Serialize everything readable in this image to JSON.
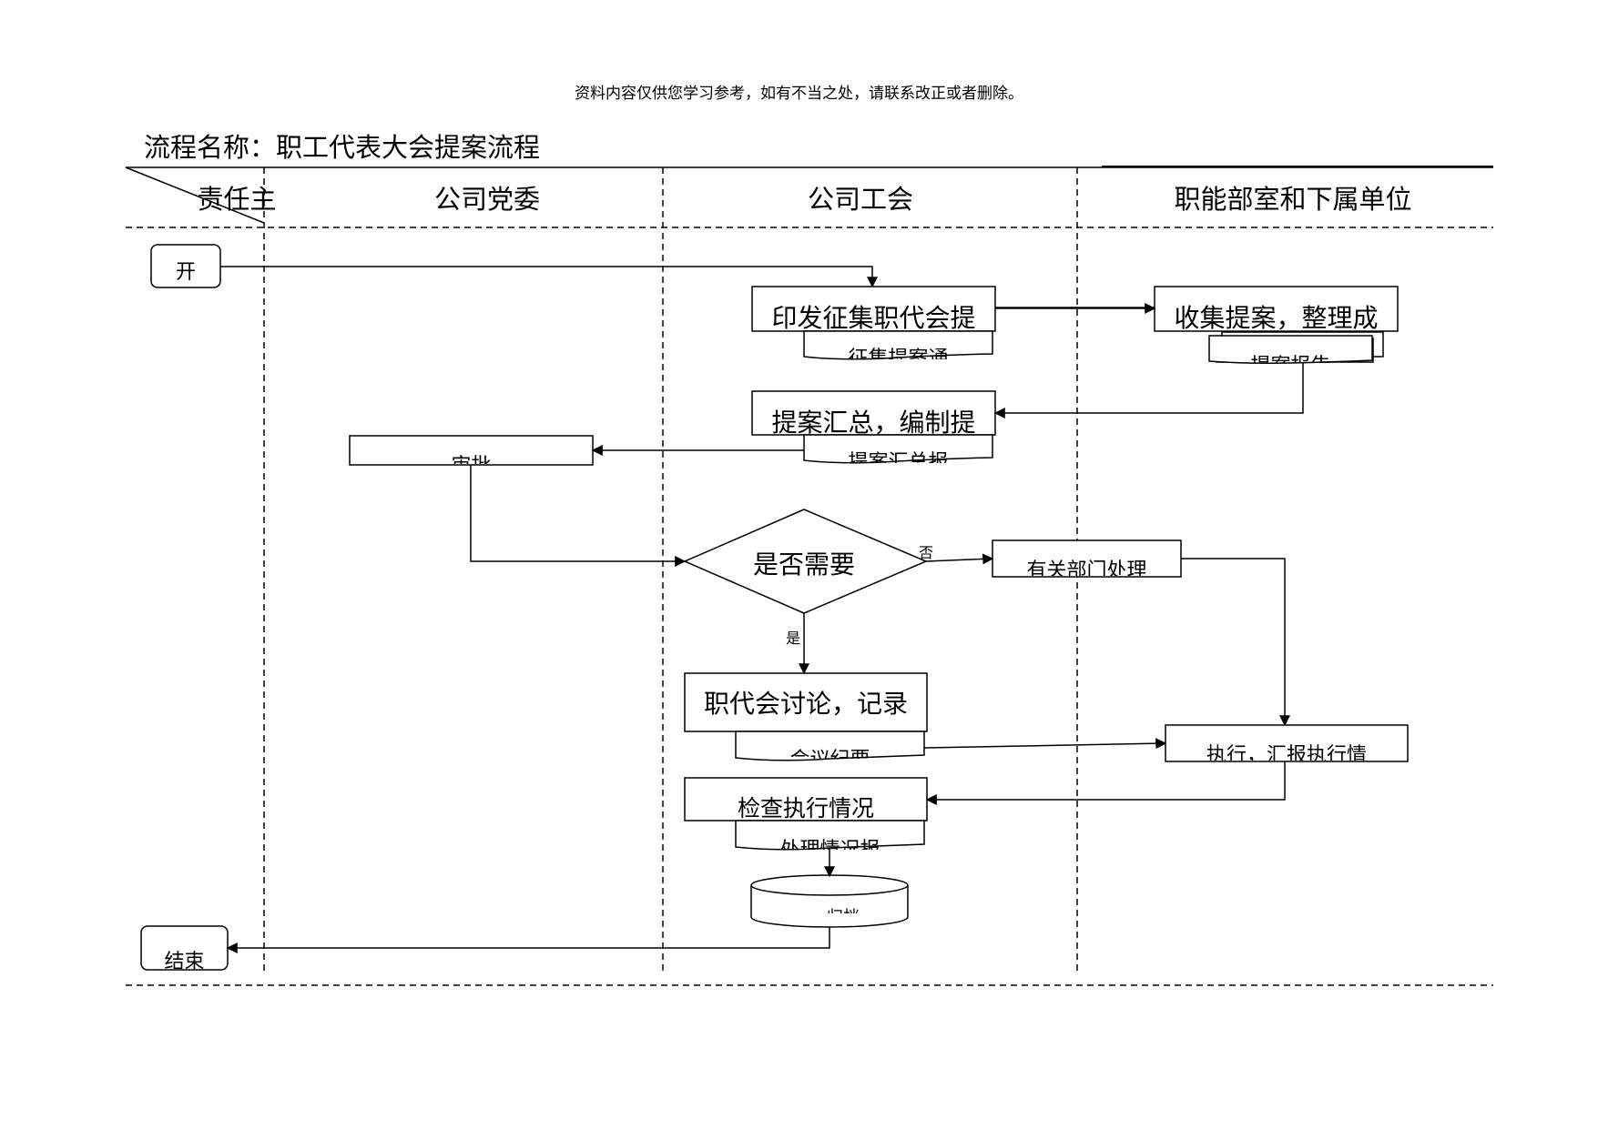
{
  "header_notice": "资料内容仅供您学习参考，如有不当之处，请联系改正或者删除。",
  "title": "流程名称：职工代表大会提案流程",
  "lanes": {
    "corner": "责任主",
    "party": "公司党委",
    "union": "公司工会",
    "depts": "职能部室和下属单位"
  },
  "nodes": {
    "start": "开",
    "issue": "印发征集职代会提",
    "issue_doc": "征集提案通",
    "collect": "收集提案，整理成",
    "collect_doc": "提案报告",
    "summarize": "提案汇总，编制提",
    "summarize_doc": "提案汇总报",
    "review": "审批",
    "decision": "是否需要",
    "dept_handle": "有关部门处理",
    "discuss": "职代会讨论，记录",
    "discuss_doc": "会议纪要",
    "execute": "执行，汇报执行情",
    "check": "检查执行情况",
    "check_doc": "处理情况报",
    "archive": "归档",
    "end": "结束"
  },
  "branches": {
    "no": "否",
    "yes": "是"
  }
}
